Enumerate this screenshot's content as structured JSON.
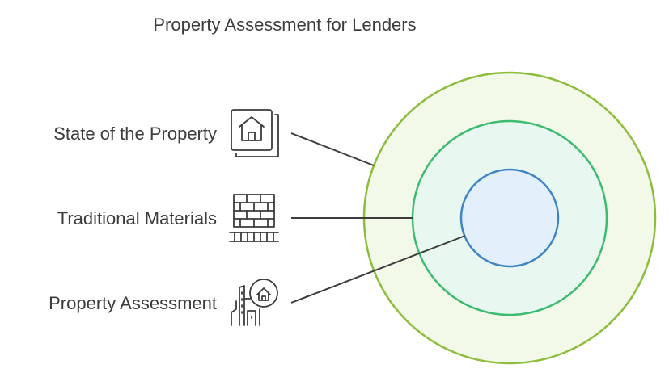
{
  "title": "Property Assessment for Lenders",
  "items": [
    {
      "label": "State of the Property",
      "icon": "framed-house-icon"
    },
    {
      "label": "Traditional Materials",
      "icon": "brick-wall-icon"
    },
    {
      "label": "Property Assessment",
      "icon": "city-house-icon"
    }
  ],
  "colors": {
    "outer_ring_fill": "#f2f9e8",
    "outer_ring_stroke": "#8dbd3c",
    "middle_ring_fill": "#e8f8f0",
    "middle_ring_stroke": "#3dbb70",
    "inner_ring_fill": "#e4effc",
    "inner_ring_stroke": "#3f85c4",
    "connector_line": "#3c3c3c",
    "icon_stroke": "#3c3c3c",
    "text": "#3c3c3c"
  }
}
